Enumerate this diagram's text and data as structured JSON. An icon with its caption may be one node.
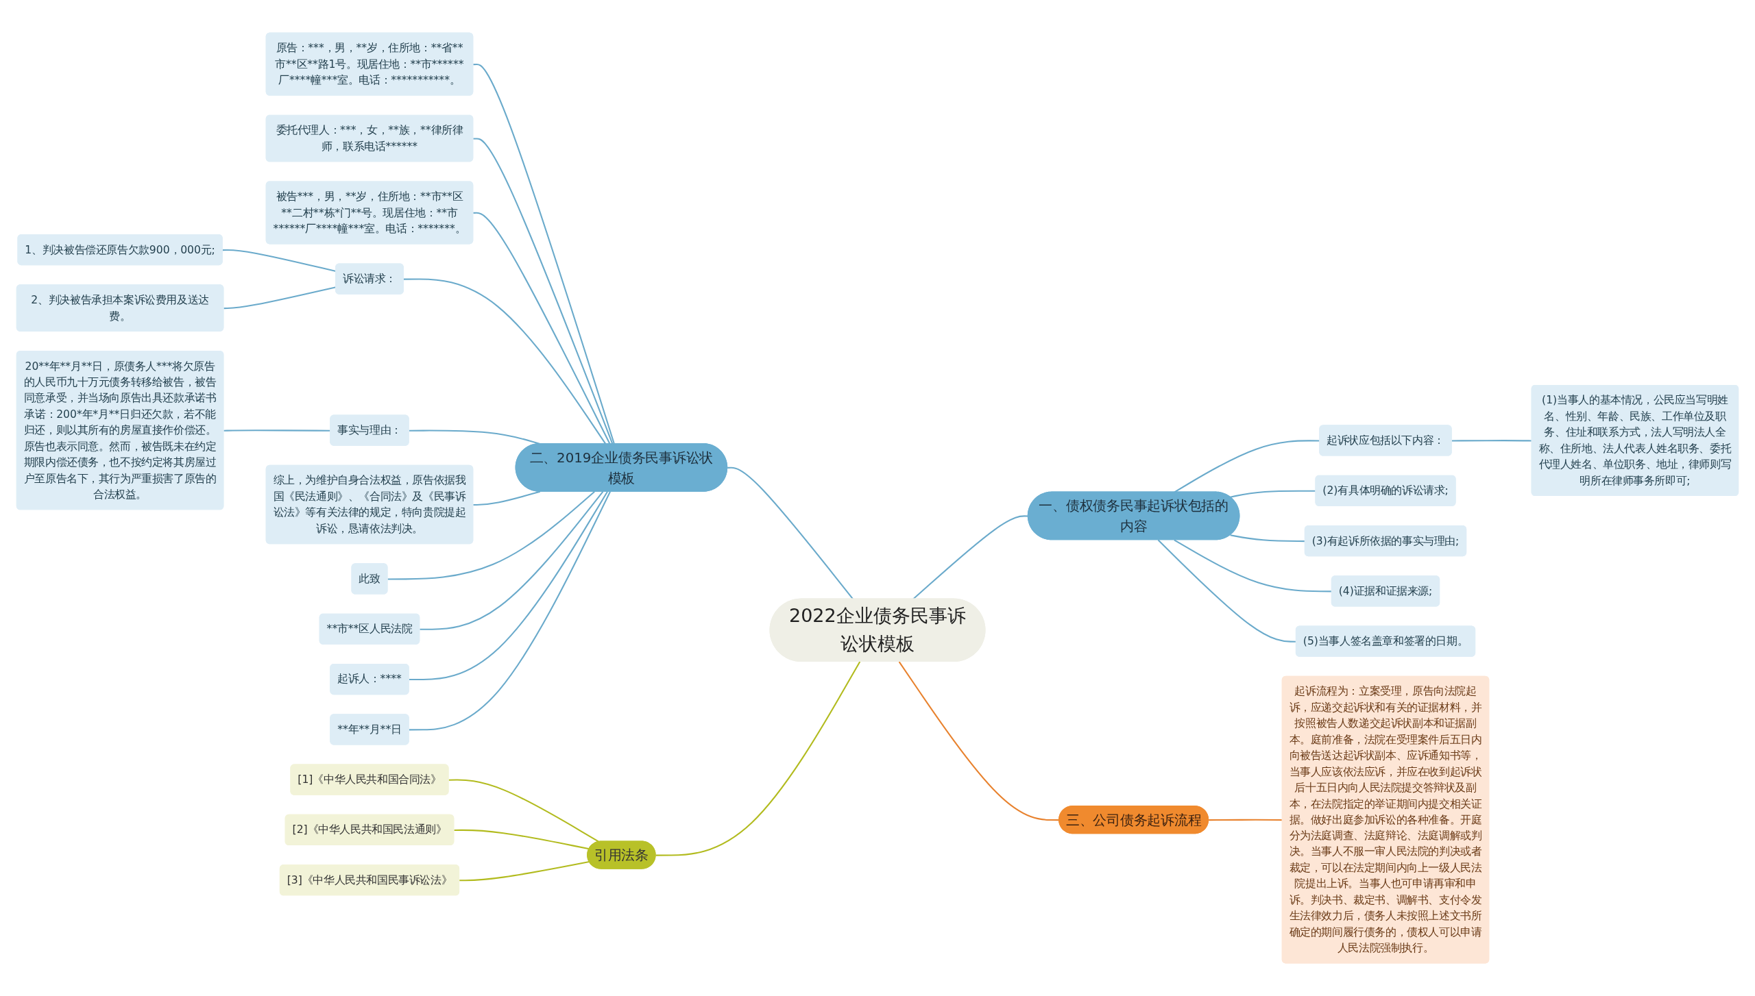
{
  "diagram": {
    "nodes": [
      {
        "text": [
          "2022企业债务民事诉讼状模板"
        ]
      },
      {
        "text": [
          "二、2019企业债务民事诉讼状模板"
        ]
      },
      {
        "text": [
          "原告：***，男，**岁，住所地：**省**市**区**路1号。现居住地：**市******厂****幢***室。电话：***********。"
        ]
      },
      {
        "text": [
          "委托代理人：***，女，**族，**律所律师，联系电话******"
        ]
      },
      {
        "text": [
          "被告***，男，**岁，住所地：**市**区**二村**栋*门**号。现居住地：**市******厂****幢***室。电话：*******。"
        ]
      },
      {
        "text": [
          "诉讼请求："
        ]
      },
      {
        "text": [
          "1、判决被告偿还原告欠款900，000元;"
        ]
      },
      {
        "text": [
          "2、判决被告承担本案诉讼费用及送达费。"
        ]
      },
      {
        "text": [
          "事实与理由："
        ]
      },
      {
        "text": [
          "20**年**月**日，原债务人***将欠原告的人民币九十万元债务转移给被告，被告同意承受，并当场向原告出具还款承诺书承诺：200*年*月**日归还欠款，若不能归还，则以其所有的房屋直接作价偿还。原告也表示同意。然而，被告既未在约定期限内偿还债务，也不按约定将其房屋过户至原告名下，其行为严重损害了原告的合法权益。"
        ]
      },
      {
        "text": [
          "综上，为维护自身合法权益，原告依据我国《民法通则》、《合同法》及《民事诉讼法》等有关法律的规定，特向贵院提起诉讼，恳请依法判决。"
        ]
      },
      {
        "text": [
          "此致"
        ]
      },
      {
        "text": [
          "**市**区人民法院"
        ]
      },
      {
        "text": [
          "起诉人：****"
        ]
      },
      {
        "text": [
          "**年**月**日"
        ]
      },
      {
        "text": [
          "一、债权债务民事起诉状包括的内容"
        ]
      },
      {
        "text": [
          "起诉状应包括以下内容："
        ]
      },
      {
        "text": [
          "(1)当事人的基本情况，公民应当写明姓名、性别、年龄、民族、工作单位及职务、住址和联系方式，法人写明法人全称、住所地、法人代表人姓名职务、委托代理人姓名、单位职务、地址，律师则写明所在律师事务所即可;"
        ]
      },
      {
        "text": [
          "(2)有具体明确的诉讼请求;"
        ]
      },
      {
        "text": [
          "(3)有起诉所依据的事实与理由;"
        ]
      },
      {
        "text": [
          "(4)证据和证据来源;"
        ]
      },
      {
        "text": [
          "(5)当事人签名盖章和签署的日期。"
        ]
      },
      {
        "text": [
          "三、公司债务起诉流程"
        ]
      },
      {
        "text": [
          "起诉流程为：立案受理，原告向法院起诉，应递交起诉状和有关的证据材料，并按照被告人数递交起诉状副本和证据副本。庭前准备，法院在受理案件后五日内向被告送达起诉状副本、应诉通知书等，当事人应该依法应诉，并应在收到起诉状后十五日内向人民法院提交答辩状及副本，在法院指定的举证期间内提交相关证据。做好出庭参加诉讼的各种准备。开庭分为法庭调查、法庭辩论、法庭调解或判决。当事人不服一审人民法院的判决或者裁定，可以在法定期间内向上一级人民法院提出上诉。当事人也可申请再审和申诉。判决书、裁定书、调解书、支付令发生法律效力后，债务人未按照上述文书所确定的期间履行债务的，债权人可以申请人民法院强制执行。"
        ]
      },
      {
        "text": [
          "引用法条"
        ]
      },
      {
        "text": [
          "[1]《中华人民共和国合同法》"
        ]
      },
      {
        "text": [
          "[2]《中华人民共和国民法通则》"
        ]
      },
      {
        "text": [
          "[3]《中华人民共和国民事诉讼法》"
        ]
      }
    ],
    "edges": [
      {
        "from": 1,
        "to": 0,
        "arrow": "none"
      },
      {
        "from": 2,
        "to": 1,
        "arrow": "none"
      },
      {
        "from": 3,
        "to": 1,
        "arrow": "none"
      },
      {
        "from": 4,
        "to": 1,
        "arrow": "none"
      },
      {
        "from": 5,
        "to": 1,
        "arrow": "none"
      },
      {
        "from": 6,
        "to": 5,
        "arrow": "none"
      },
      {
        "from": 7,
        "to": 5,
        "arrow": "none"
      },
      {
        "from": 8,
        "to": 1,
        "arrow": "none"
      },
      {
        "from": 9,
        "to": 8,
        "arrow": "none"
      },
      {
        "from": 10,
        "to": 1,
        "arrow": "none"
      },
      {
        "from": 11,
        "to": 1,
        "arrow": "none"
      },
      {
        "from": 12,
        "to": 1,
        "arrow": "none"
      },
      {
        "from": 13,
        "to": 1,
        "arrow": "none"
      },
      {
        "from": 14,
        "to": 1,
        "arrow": "none"
      },
      {
        "from": 0,
        "to": 15,
        "arrow": "none"
      },
      {
        "from": 15,
        "to": 16,
        "arrow": "none"
      },
      {
        "from": 16,
        "to": 17,
        "arrow": "none"
      },
      {
        "from": 15,
        "to": 18,
        "arrow": "none"
      },
      {
        "from": 15,
        "to": 19,
        "arrow": "none"
      },
      {
        "from": 15,
        "to": 20,
        "arrow": "none"
      },
      {
        "from": 15,
        "to": 21,
        "arrow": "none"
      },
      {
        "from": 0,
        "to": 22,
        "arrow": "none",
        "color": "#e8822e"
      },
      {
        "from": 22,
        "to": 23,
        "arrow": "none",
        "color": "#e8822e"
      },
      {
        "from": 24,
        "to": 0,
        "arrow": "none",
        "color": "#b2bb1e"
      },
      {
        "from": 25,
        "to": 24,
        "arrow": "none",
        "color": "#b2bb1e"
      },
      {
        "from": 26,
        "to": 24,
        "arrow": "none",
        "color": "#b2bb1e"
      },
      {
        "from": 27,
        "to": 24,
        "arrow": "none",
        "color": "#b2bb1e"
      }
    ]
  }
}
